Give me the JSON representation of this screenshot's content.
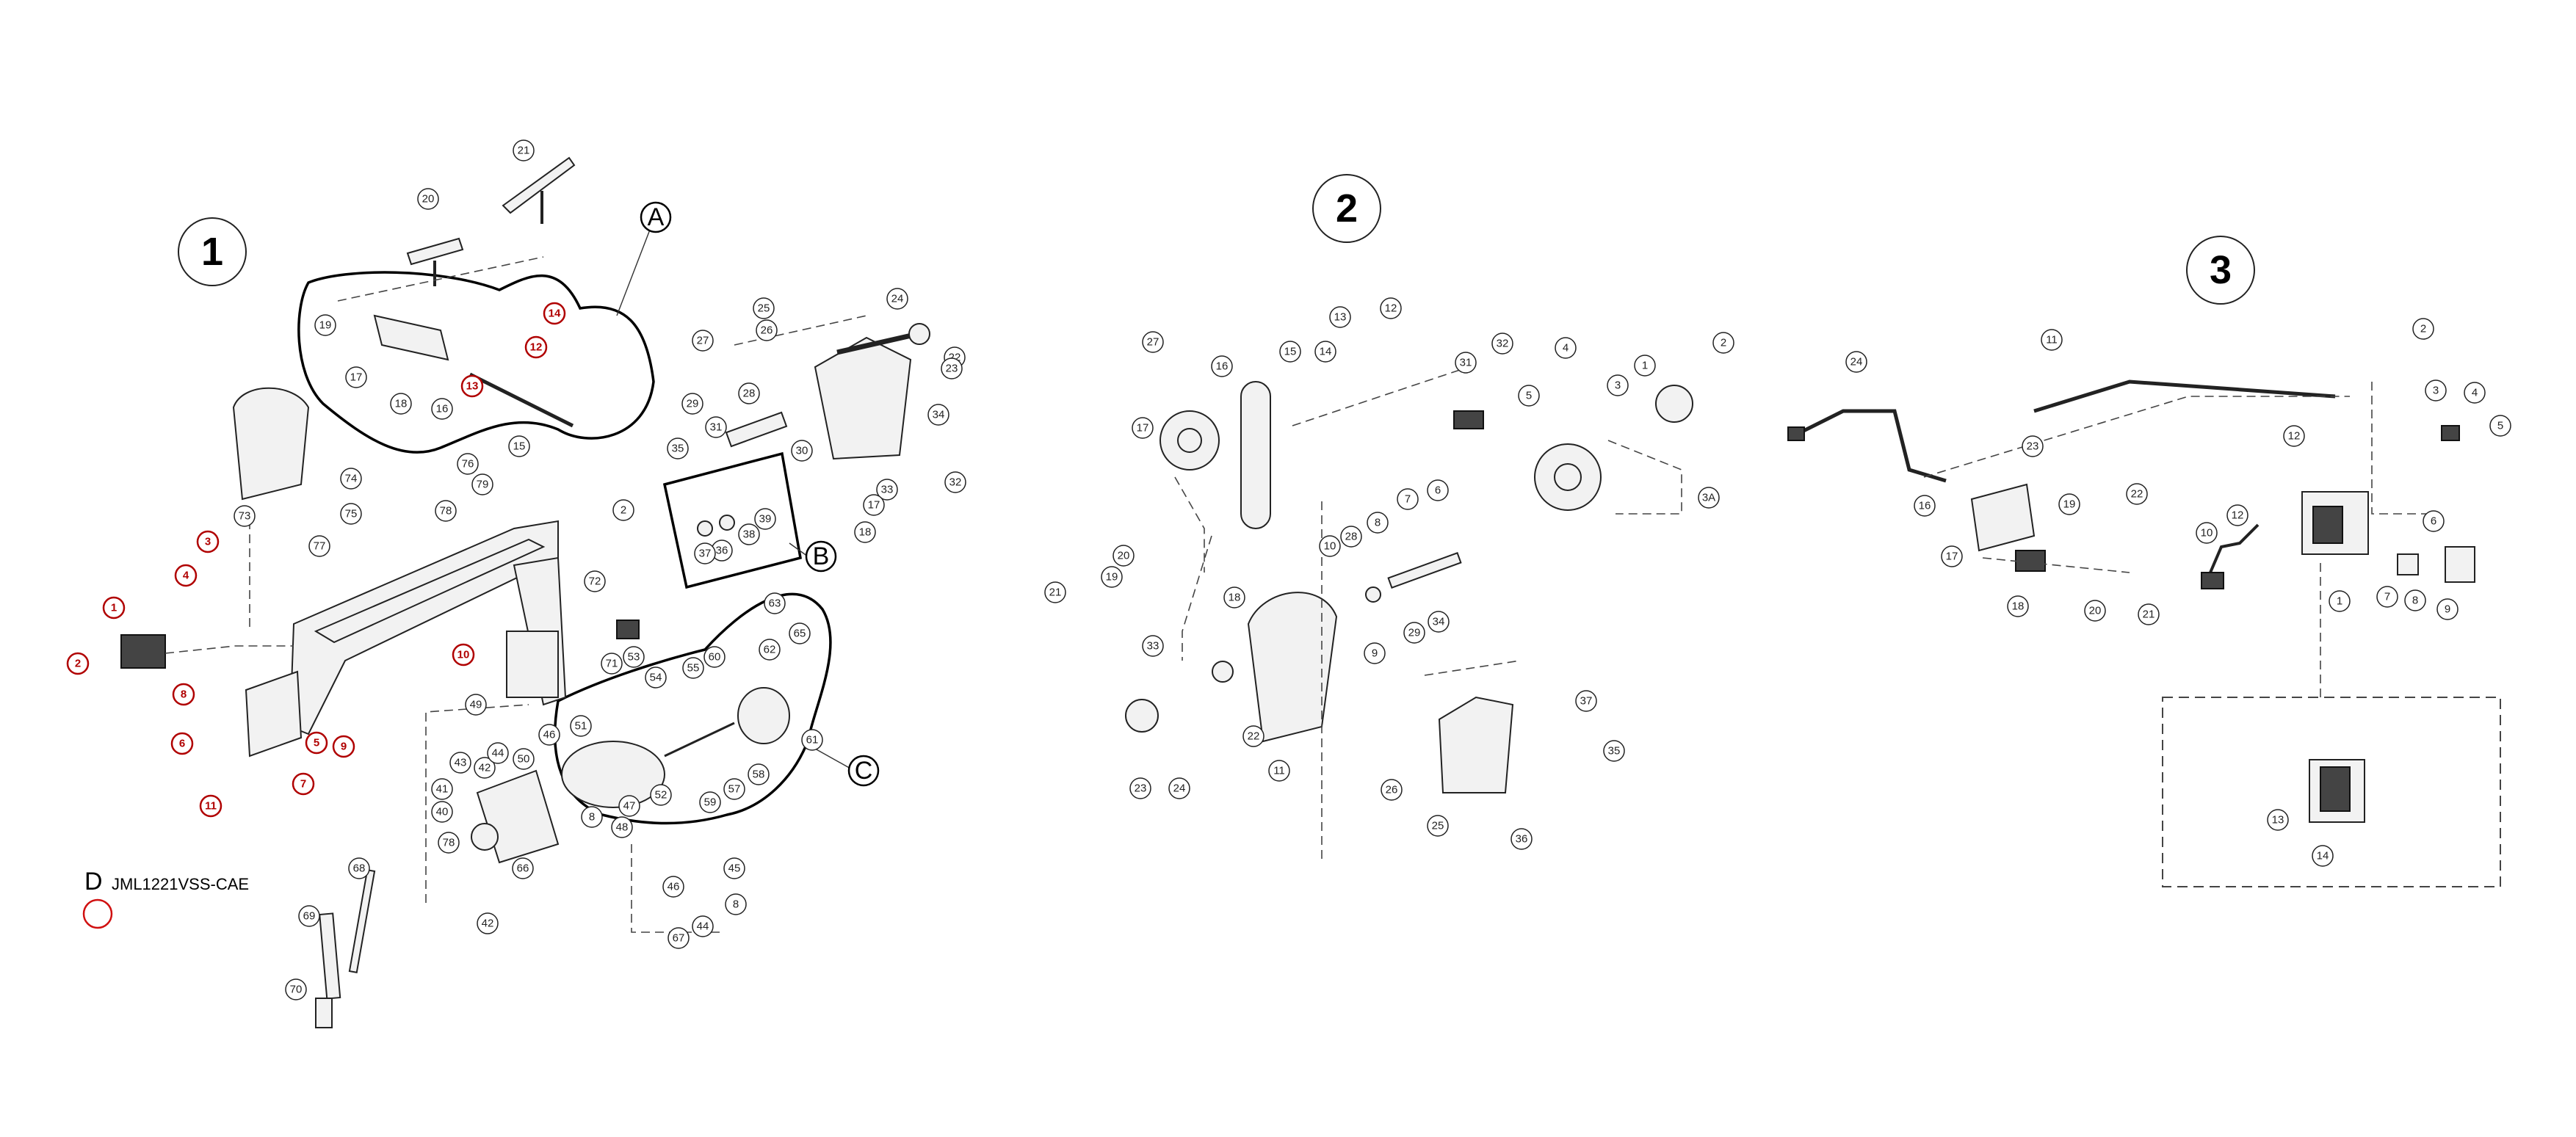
{
  "sections": [
    {
      "id": "1",
      "label": "1"
    },
    {
      "id": "2",
      "label": "2"
    },
    {
      "id": "3",
      "label": "3"
    }
  ],
  "groups": [
    {
      "id": "A",
      "label": "A"
    },
    {
      "id": "B",
      "label": "B"
    },
    {
      "id": "C",
      "label": "C"
    }
  ],
  "legend": {
    "letter": "D",
    "model": "JML1221VSS-CAE",
    "marker_color": "#d01010"
  },
  "callouts": {
    "s1": [
      "19",
      "20",
      "21",
      "14",
      "12",
      "13",
      "17",
      "16",
      "18",
      "15",
      "25",
      "24",
      "26",
      "27",
      "22",
      "28",
      "23",
      "29",
      "34",
      "31",
      "30",
      "32",
      "35",
      "33",
      "17",
      "39",
      "38",
      "18",
      "36",
      "37",
      "76",
      "74",
      "79",
      "75",
      "2",
      "78",
      "73",
      "77",
      "72",
      "3",
      "4",
      "71",
      "1",
      "10",
      "2",
      "8",
      "5",
      "9",
      "6",
      "7",
      "11",
      "49",
      "42",
      "44",
      "46",
      "41",
      "50",
      "40",
      "43",
      "8",
      "78",
      "47",
      "48",
      "42",
      "66",
      "45",
      "46",
      "8",
      "44",
      "67",
      "53",
      "54",
      "55",
      "60",
      "51",
      "62",
      "63",
      "65",
      "61",
      "58",
      "52",
      "57",
      "59",
      "68",
      "69",
      "70"
    ],
    "s1_red": [
      "14",
      "12",
      "13",
      "1",
      "2",
      "3",
      "4",
      "8",
      "5",
      "9",
      "6",
      "7",
      "11",
      "10"
    ],
    "s2": [
      "27",
      "16",
      "17",
      "15",
      "14",
      "13",
      "12",
      "31",
      "32",
      "4",
      "1",
      "2",
      "5",
      "3",
      "3A",
      "20",
      "19",
      "21",
      "33",
      "18",
      "7",
      "6",
      "10",
      "28",
      "8",
      "9",
      "29",
      "34",
      "23",
      "24",
      "22",
      "11",
      "37",
      "35",
      "26",
      "25",
      "36"
    ],
    "s3": [
      "24",
      "11",
      "2",
      "23",
      "3",
      "4",
      "5",
      "16",
      "17",
      "19",
      "22",
      "12",
      "6",
      "10",
      "12",
      "1",
      "18",
      "20",
      "21",
      "7",
      "8",
      "9",
      "13",
      "14"
    ]
  },
  "colors": {
    "callout_red": "#b00000",
    "line": "#222222"
  }
}
